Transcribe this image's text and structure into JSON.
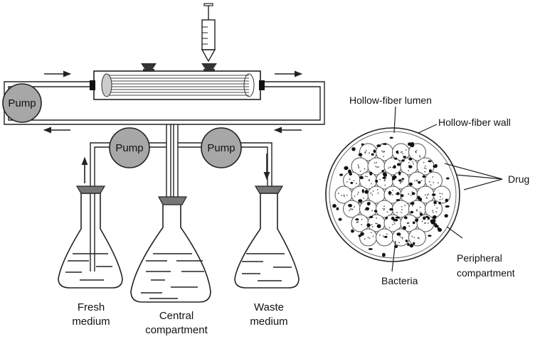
{
  "pumps": {
    "main": "Pump",
    "left": "Pump",
    "right": "Pump"
  },
  "flasks": {
    "fresh": [
      "Fresh",
      "medium"
    ],
    "central": [
      "Central",
      "compartment"
    ],
    "waste": [
      "Waste",
      "medium"
    ]
  },
  "cross_section": {
    "lumen": "Hollow-fiber lumen",
    "wall": "Hollow-fiber wall",
    "drug": "Drug",
    "bacteria": "Bacteria",
    "peripheral": [
      "Peripheral",
      "compartment"
    ]
  },
  "icons": [
    "syringe-icon",
    "pump-icon",
    "erlenmeyer-flask-icon",
    "hollow-fiber-cartridge-icon"
  ]
}
